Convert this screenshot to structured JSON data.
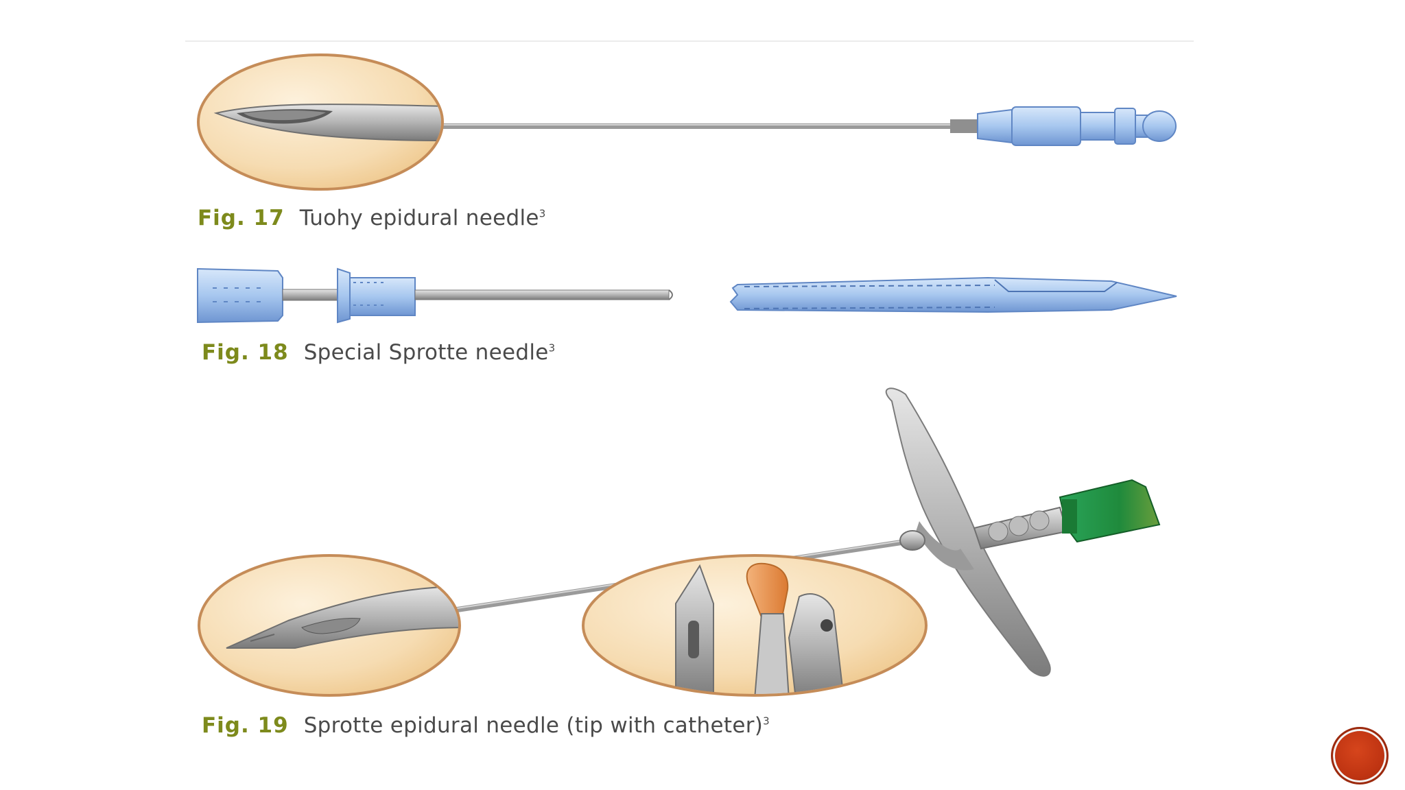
{
  "figures": [
    {
      "label": "Fig. 17",
      "caption": "Tuohy epidural needle",
      "ref": "3"
    },
    {
      "label": "Fig. 18",
      "caption": "Special Sprotte needle",
      "ref": "3"
    },
    {
      "label": "Fig. 19",
      "caption": "Sprotte epidural needle (tip with catheter)",
      "ref": "3"
    }
  ],
  "colors": {
    "caption_label": "#7d8a1c",
    "caption_text": "#4a4a4a",
    "needle_blue": "#9cc0ec",
    "needle_metal": "#a9a9a9",
    "magnifier_fill": "#f6dcb2",
    "magnifier_border": "#c58c58",
    "catheter_orange": "#e9924a",
    "hub_green": "#1f8a3c",
    "nav_button": "#c23a14"
  },
  "icons": {
    "nav_button": "circle-button-icon"
  }
}
